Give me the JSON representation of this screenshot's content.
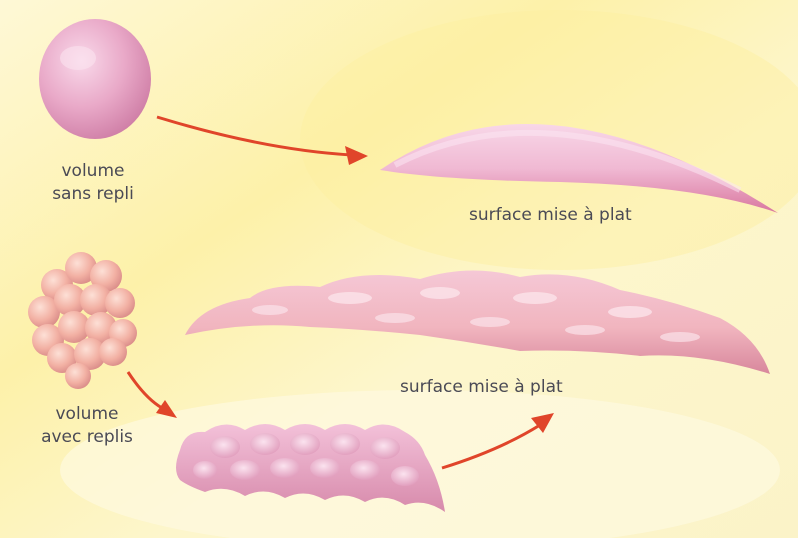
{
  "labels": {
    "volume_sans_repli_line1": "volume",
    "volume_sans_repli_line2": "sans repli",
    "surface_plat_1": "surface mise à plat",
    "volume_avec_replis_line1": "volume",
    "volume_avec_replis_line2": "avec replis",
    "surface_plat_2": "surface mise à plat"
  },
  "colors": {
    "arrow": "#e0452a",
    "shape_pink": "#f2b4d0",
    "shape_dark_pink": "#d9779f",
    "shape_orange": "#f3b2a0",
    "bg_yellow": "#fdf3b8",
    "text": "#4a4a55"
  },
  "icons": {
    "arrow": "arrow-icon"
  }
}
